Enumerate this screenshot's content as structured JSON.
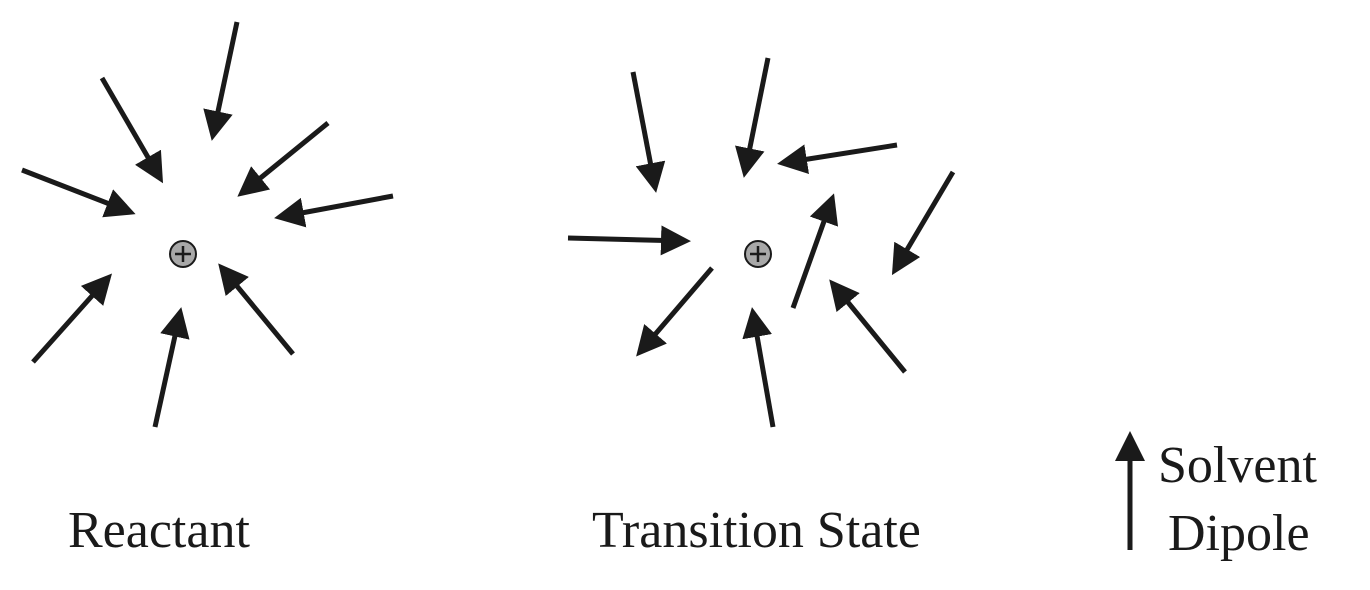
{
  "labels": {
    "reactant": "Reactant",
    "transition_state": "Transition State",
    "legend_line1": "Solvent",
    "legend_line2": "Dipole"
  },
  "charge_symbol": "⊕",
  "colors": {
    "arrow": "#1a1a1a",
    "charge_fill": "#a8a8a8",
    "text": "#1a1a1a"
  }
}
